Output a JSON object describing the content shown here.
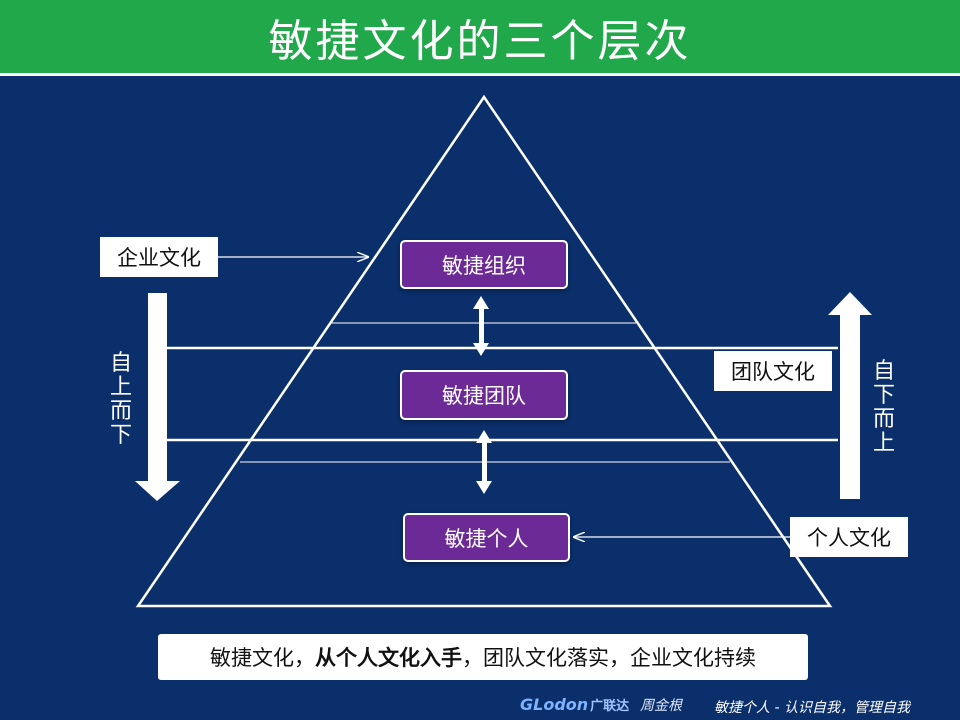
{
  "title": "敏捷文化的三个层次",
  "levels": {
    "org": "敏捷组织",
    "team": "敏捷团队",
    "personal": "敏捷个人"
  },
  "labels": {
    "enterprise_culture": "企业文化",
    "team_culture": "团队文化",
    "personal_culture": "个人文化"
  },
  "directions": {
    "top_down": "自上而下",
    "bottom_up": "自下而上"
  },
  "summary": {
    "part1": "敏捷文化，",
    "part2_bold": "从个人文化入手",
    "part3": "，团队文化落实，企业文化持续"
  },
  "footer": {
    "logo_latin": "GLodon",
    "logo_cn": "广联达",
    "author": "周金根",
    "slogan": "敏捷个人 - 认识自我，管理自我"
  },
  "colors": {
    "background": "#0b2f6b",
    "title_bar": "#20a84a",
    "level_box": "#6b2a96"
  }
}
